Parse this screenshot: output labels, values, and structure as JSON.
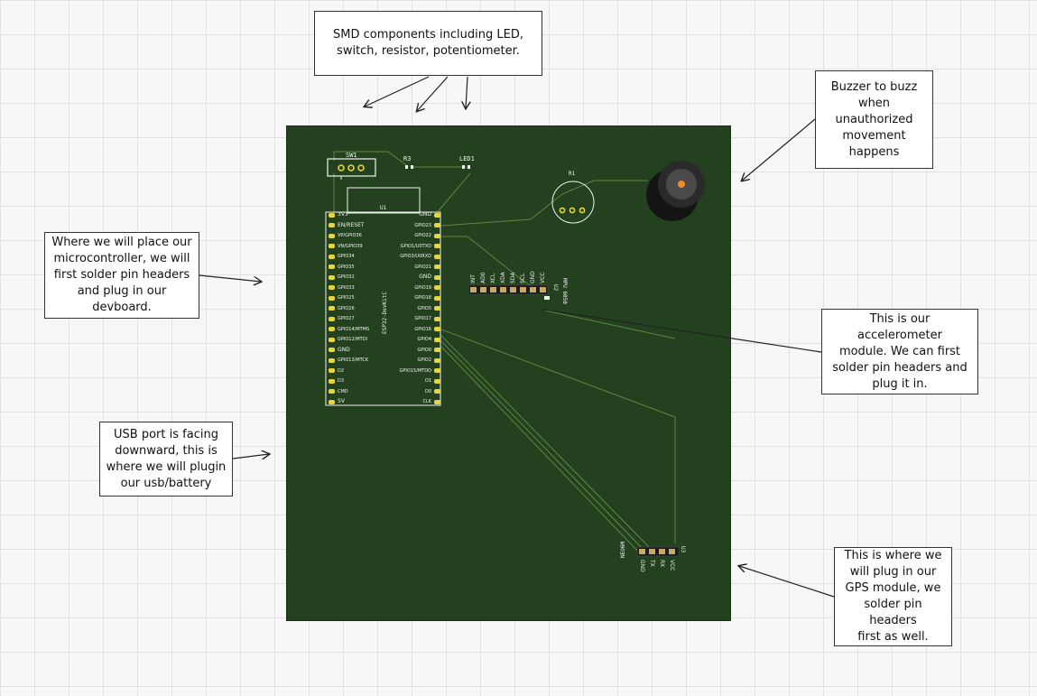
{
  "notes": {
    "smd": "SMD components including LED,\nswitch, resistor, potentiometer.",
    "buzzer": "Buzzer to buzz\nwhen\nunauthorized\nmovement\nhappens",
    "micro": "Where we will place our\nmicrocontroller, we will\nfirst solder pin headers\nand plug in our devboard.",
    "accel": "This is our accelerometer\nmodule. We can first\nsolder pin headers and\nplug it in.",
    "usb": "USB port is facing\ndownward, this is\nwhere we will plugin\nour usb/battery",
    "gps": "This is where we\nwill plug in our\nGPS module, we\nsolder pin headers\nfirst as well."
  },
  "pcb": {
    "sw_ref": "SW1",
    "r3_ref": "R3",
    "led_ref": "LED1",
    "r1_ref": "R1",
    "u1_ref": "U1",
    "u1_name": "ESP32-DevKitC",
    "u2_ref": "U2",
    "mpu_name": "MPU 6050",
    "gps_ref": "U3",
    "gps_name": "NEO6M",
    "left_pins": [
      "3V3",
      "EN/RESET",
      "VP/GPIO36",
      "VN/GPIO39",
      "GPIO34",
      "GPIO35",
      "GPIO32",
      "GPIO33",
      "GPIO25",
      "GPIO26",
      "GPIO27",
      "GPIO14/MTMS",
      "GPIO12/MTDI",
      "GND",
      "GPIO13/MTCK",
      "D2",
      "D3",
      "CMD",
      "5V"
    ],
    "right_pins": [
      "GND",
      "GPIO23",
      "GPIO22",
      "GPIO1/U0TXD",
      "GPIO3/U0RXD",
      "GPIO21",
      "GND",
      "GPIO19",
      "GPIO18",
      "GPIO5",
      "GPIO17",
      "GPIO16",
      "GPIO4",
      "GPIO0",
      "GPIO2",
      "GPIO15/MTDO",
      "D1",
      "D0",
      "CLK"
    ],
    "mpu_pins": [
      "INT",
      "AD0",
      "XCL",
      "XDA",
      "SDA",
      "SCL",
      "GND",
      "VCC"
    ],
    "gps_pins": [
      "GND",
      "TX",
      "RX",
      "VCC"
    ]
  },
  "colors": {
    "board": "#23401f",
    "trace": "#5b8a3e",
    "silkscreen": "#f2f2f2",
    "pad": "#e8d63a",
    "header_pad": "#c8a86a",
    "buzzer_dot": "#f08a24"
  }
}
